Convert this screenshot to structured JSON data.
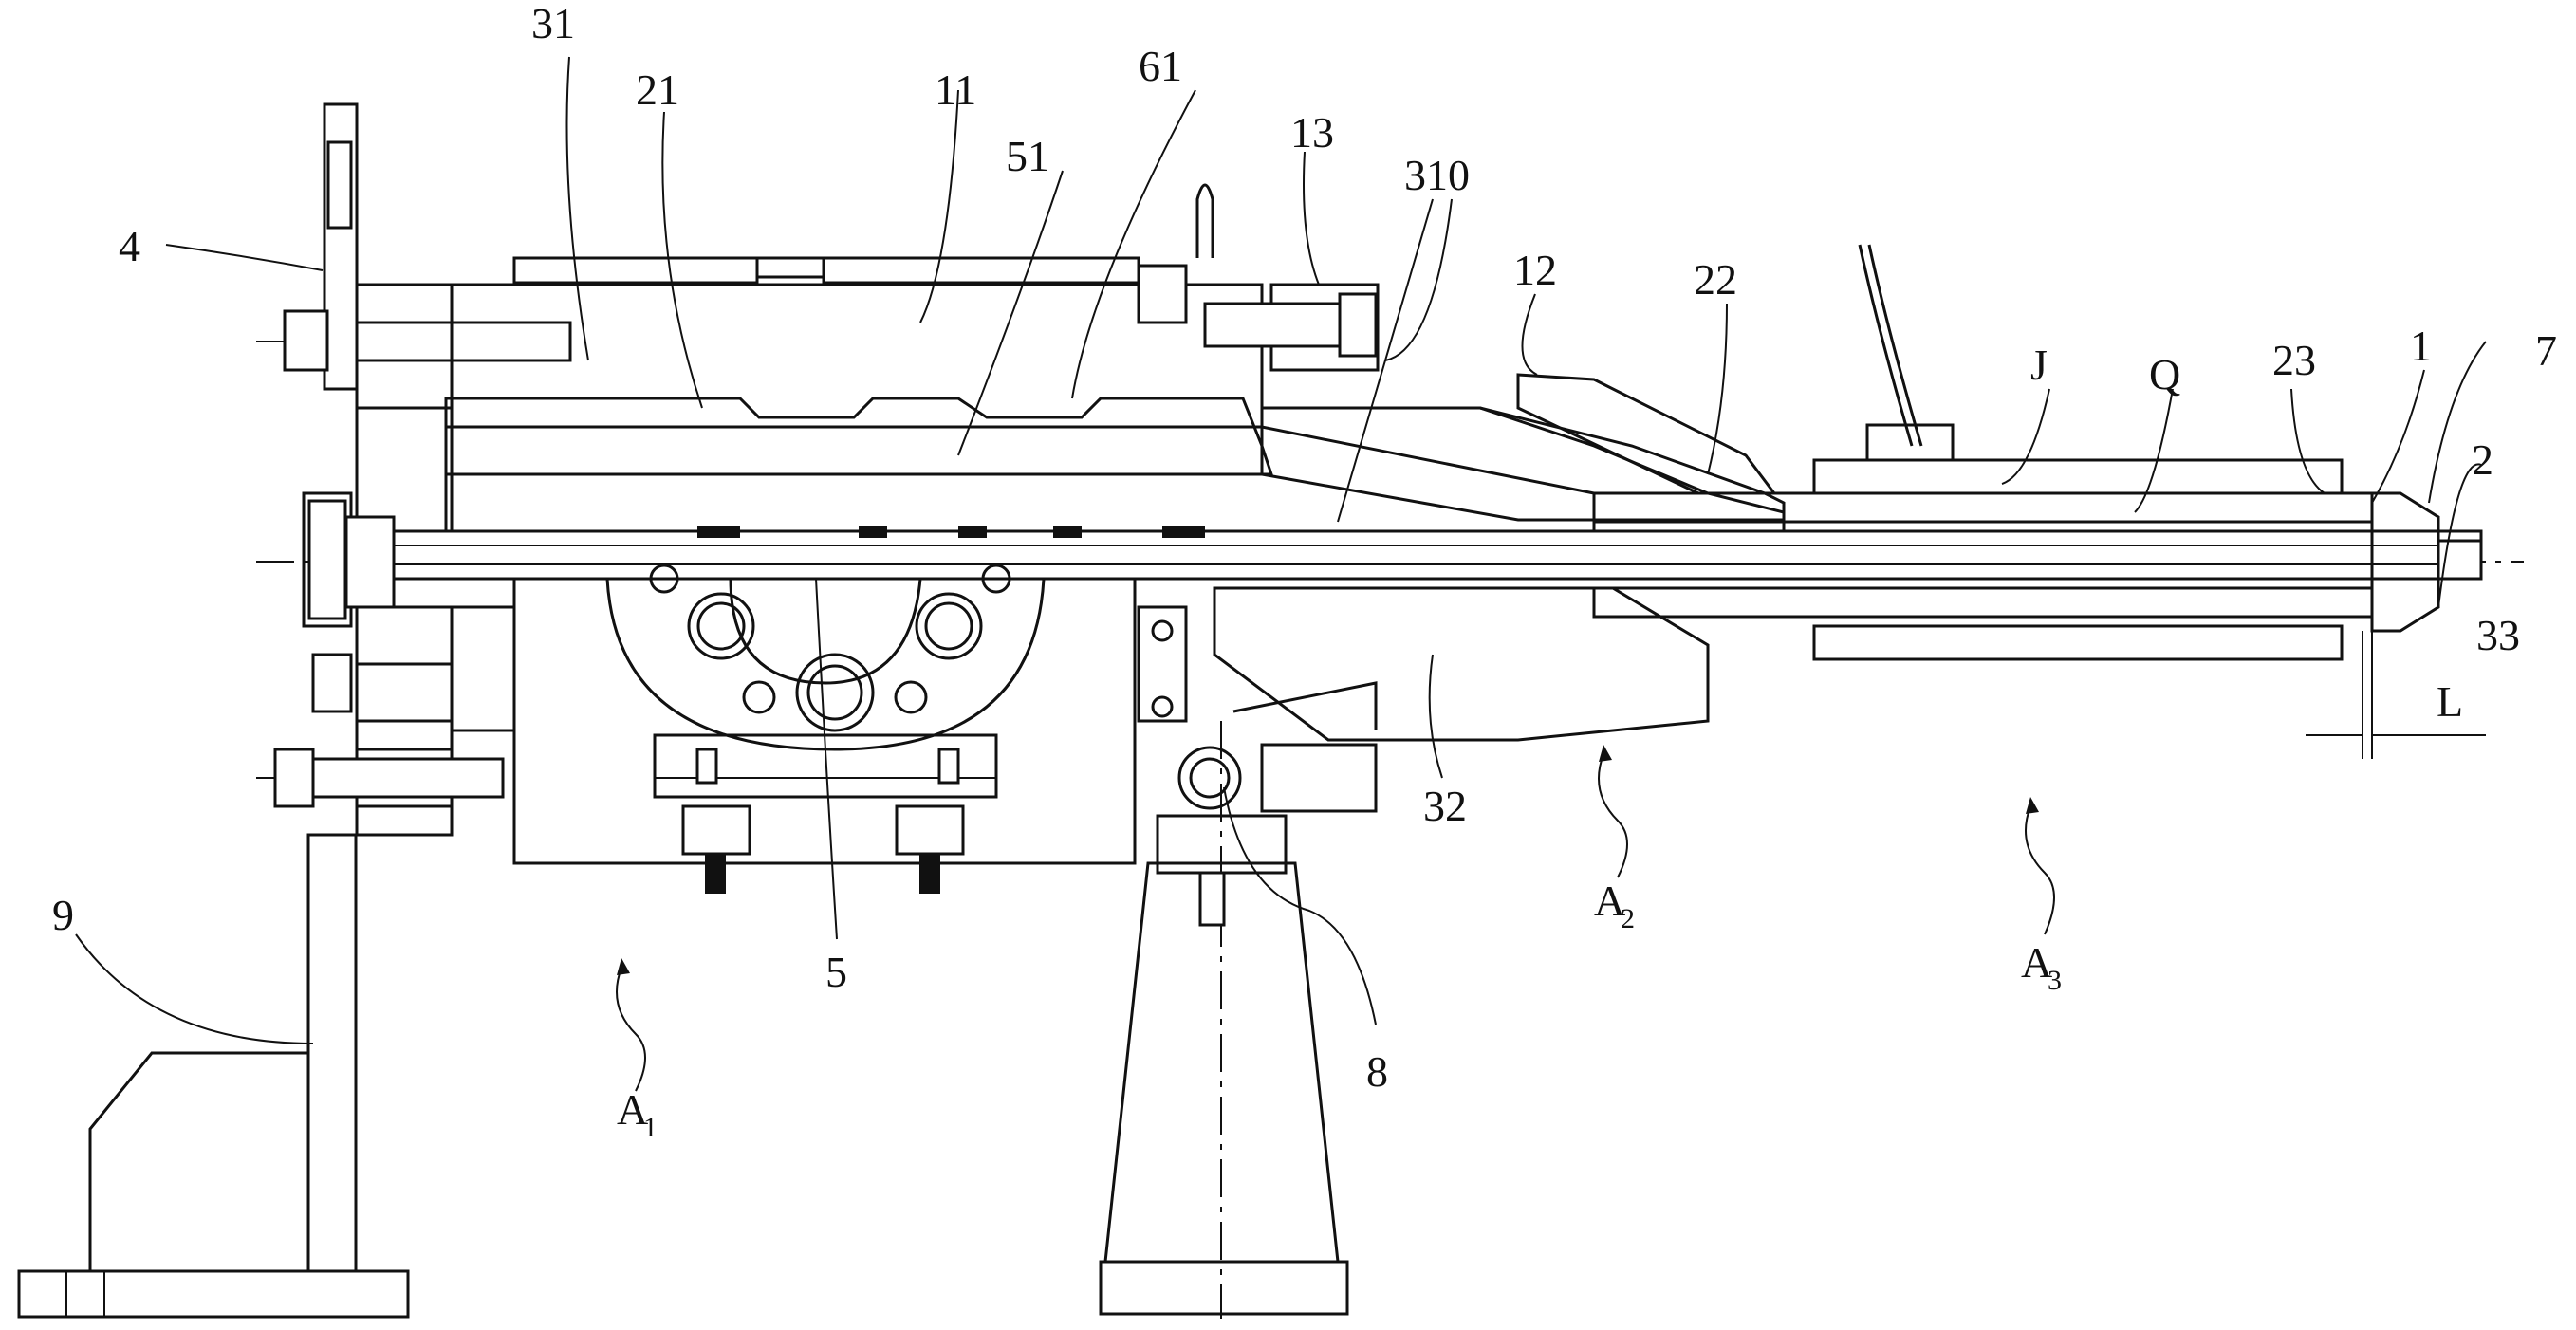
{
  "labels": {
    "l31": "31",
    "l21": "21",
    "l11": "11",
    "l61": "61",
    "l51": "51",
    "l13": "13",
    "l310": "310",
    "l12": "12",
    "l22": "22",
    "lJ": "J",
    "lQ": "Q",
    "l23": "23",
    "l1": "1",
    "l7": "7",
    "l2": "2",
    "l33": "33",
    "l4": "4",
    "lL": "L",
    "l32": "32",
    "l9": "9",
    "l5": "5",
    "l8": "8",
    "A1": "A",
    "A1sub": "1",
    "A2": "A",
    "A2sub": "2",
    "A3": "A",
    "A3sub": "3"
  }
}
